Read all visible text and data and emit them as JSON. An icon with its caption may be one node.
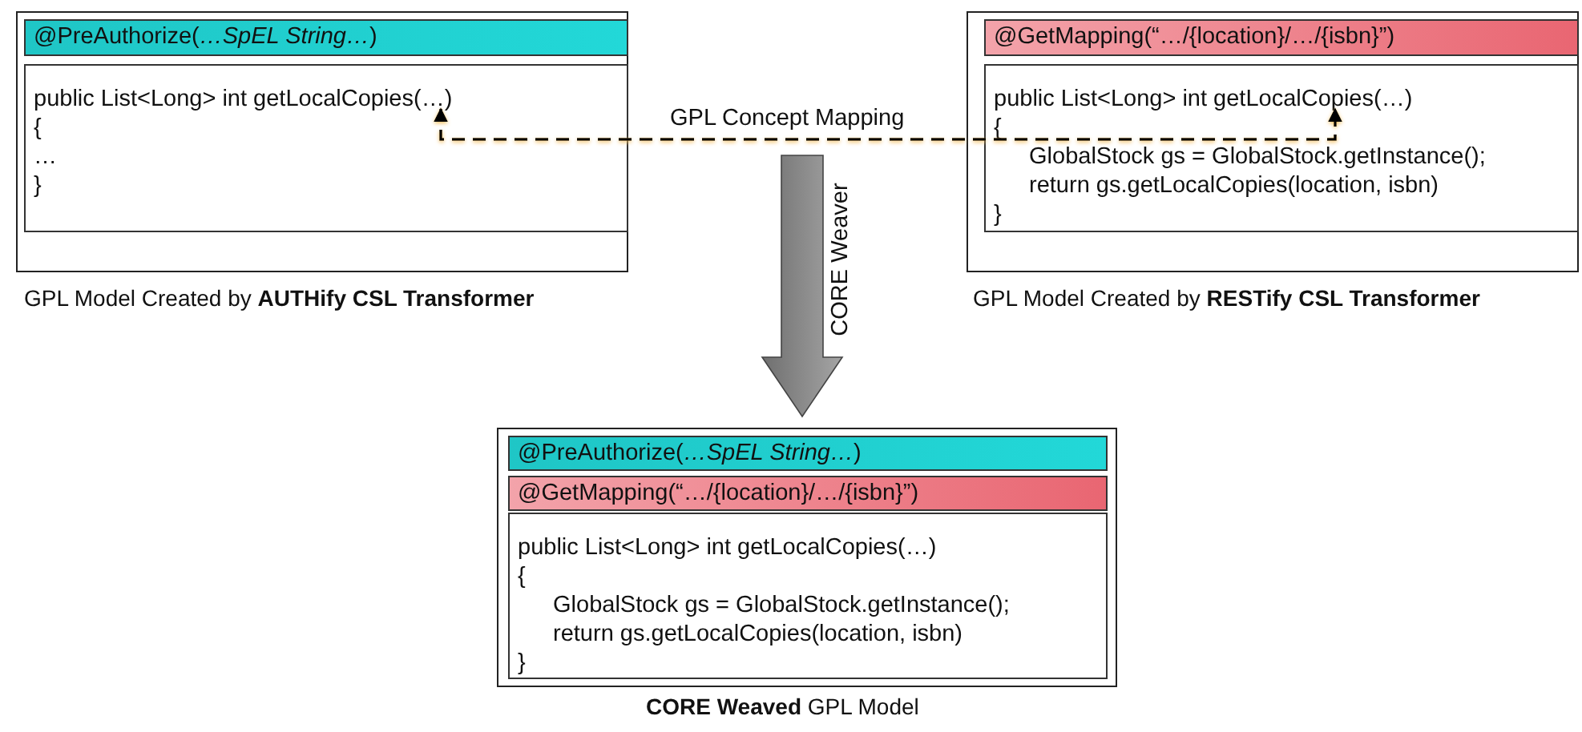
{
  "diagram": {
    "nodes": [
      {
        "text": [
          "GPL Model Created by **AUTHify CSL Transformer**"
        ]
      },
      {
        "text": [
          "@PreAuthorize(*…SpEL String…*)"
        ],
        "in": 0
      },
      {
        "text": [
          "public List<Long> int getLocalCopies(…)",
          "{",
          "…",
          "}"
        ],
        "in": 0
      },
      {
        "text": [
          "GPL Model Created by **RESTify CSL Transformer**"
        ]
      },
      {
        "text": [
          "@GetMapping(“…/{location}/…/{isbn}”)"
        ],
        "in": 3
      },
      {
        "text": [
          "public List<Long> int getLocalCopies(…)",
          "{",
          "GlobalStock gs = GlobalStock.getInstance();",
          "return gs.getLocalCopies(location, isbn)",
          "}"
        ],
        "in": 3
      },
      {
        "text": [
          "**CORE Weaved** GPL Model"
        ]
      },
      {
        "text": [
          "@PreAuthorize(*…SpEL String…*)"
        ],
        "in": 6
      },
      {
        "text": [
          "@GetMapping(“…/{location}/…/{isbn}”)"
        ],
        "in": 6
      },
      {
        "text": [
          "public List<Long> int getLocalCopies(…)",
          "{",
          "GlobalStock gs = GlobalStock.getInstance();",
          "return gs.getLocalCopies(location, isbn)",
          "}"
        ],
        "in": 6
      }
    ],
    "edges": [
      {
        "from": 2,
        "to": 5,
        "arrow": "both",
        "label": "GPL Concept Mapping",
        "style": "dashed"
      },
      {
        "from": null,
        "to": 6,
        "arrow": "to",
        "label": "CORE Weaver",
        "style": "thick",
        "color": "#8a8a8a"
      }
    ]
  }
}
